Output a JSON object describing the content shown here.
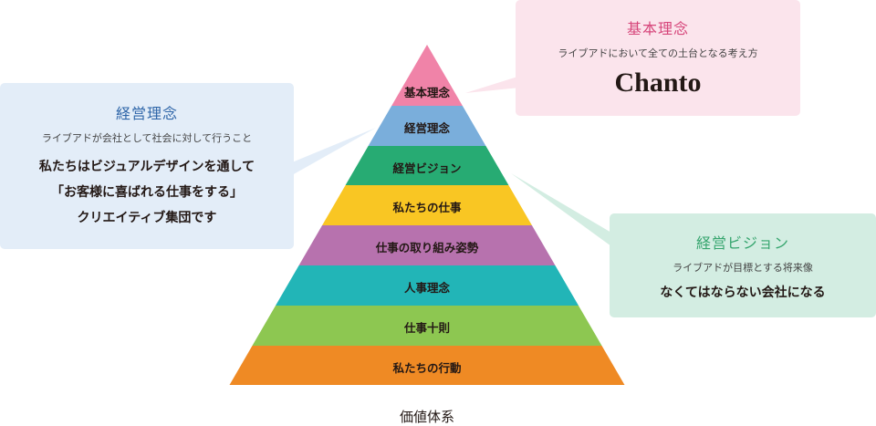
{
  "pyramid": {
    "caption": "価値体系",
    "layers": [
      {
        "label": "基本理念",
        "color": "#f083a8"
      },
      {
        "label": "経営理念",
        "color": "#7aaedb"
      },
      {
        "label": "経営ビジョン",
        "color": "#27ab73"
      },
      {
        "label": "私たちの仕事",
        "color": "#f9c623"
      },
      {
        "label": "仕事の取り組み姿勢",
        "color": "#b772ae"
      },
      {
        "label": "人事理念",
        "color": "#22b5b7"
      },
      {
        "label": "仕事十則",
        "color": "#8dc751"
      },
      {
        "label": "私たちの行動",
        "color": "#ef8a24"
      }
    ]
  },
  "callouts": {
    "basic": {
      "title": "基本理念",
      "subtitle": "ライブアドにおいて全ての土台となる考え方",
      "main": "Chanto",
      "bg": "#fbe4ec",
      "title_color": "#d6457a"
    },
    "management": {
      "title": "経営理念",
      "subtitle": "ライブアドが会社として社会に対して行うこと",
      "lines": [
        "私たちはビジュアルデザインを通して",
        "「お客様に喜ばれる仕事をする」",
        "クリエイティブ集団です"
      ],
      "bg": "#e3edf8",
      "title_color": "#2e65a8"
    },
    "vision": {
      "title": "経営ビジョン",
      "subtitle": "ライブアドが目標とする将来像",
      "main": "なくてはならない会社になる",
      "bg": "#d3ede2",
      "title_color": "#36a56e"
    }
  }
}
